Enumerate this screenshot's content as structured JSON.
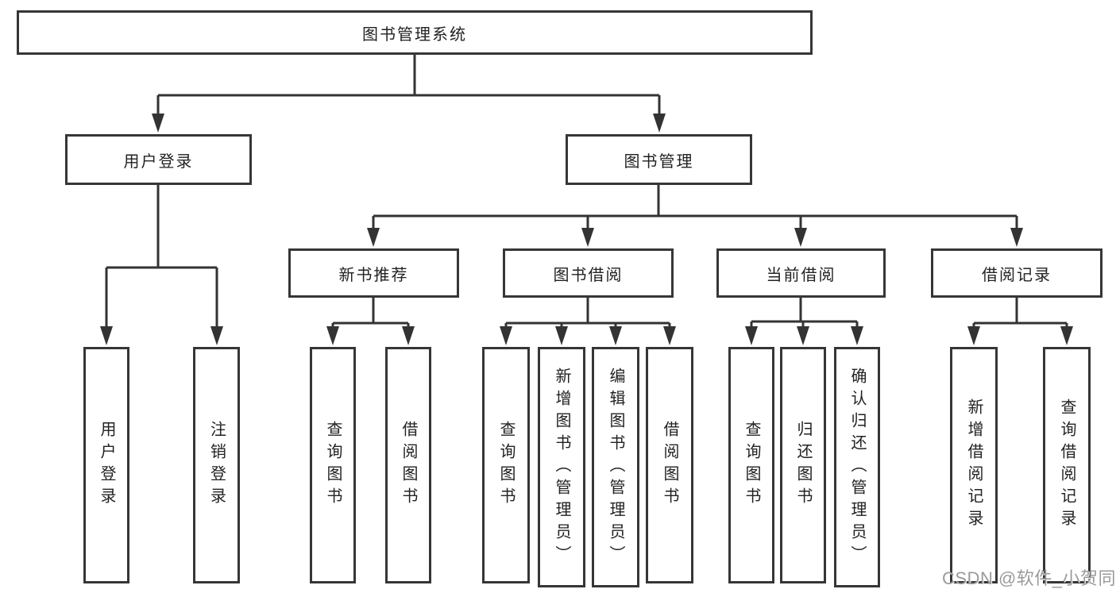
{
  "tree": {
    "label": "图书管理系统",
    "children": [
      {
        "label": "用户登录",
        "children": [
          {
            "label": "用户登录"
          },
          {
            "label": "注销登录"
          }
        ]
      },
      {
        "label": "图书管理",
        "children": [
          {
            "label": "新书推荐",
            "children": [
              {
                "label": "查询图书"
              },
              {
                "label": "借阅图书"
              }
            ]
          },
          {
            "label": "图书借阅",
            "children": [
              {
                "label": "查询图书"
              },
              {
                "label": "新增图书（管理员）"
              },
              {
                "label": "编辑图书（管理员）"
              },
              {
                "label": "借阅图书"
              }
            ]
          },
          {
            "label": "当前借阅",
            "children": [
              {
                "label": "查询图书"
              },
              {
                "label": "归还图书"
              },
              {
                "label": "确认归还（管理员）"
              }
            ]
          },
          {
            "label": "借阅记录",
            "children": [
              {
                "label": "新增借阅记录"
              },
              {
                "label": "查询借阅记录"
              }
            ]
          }
        ]
      }
    ]
  },
  "watermark": "CSDN @软件_小贺同学",
  "colors": {
    "line": "#333333",
    "border": "#363636",
    "text": "#222222",
    "watermark": "#9a9a9a",
    "background": "#ffffff"
  }
}
